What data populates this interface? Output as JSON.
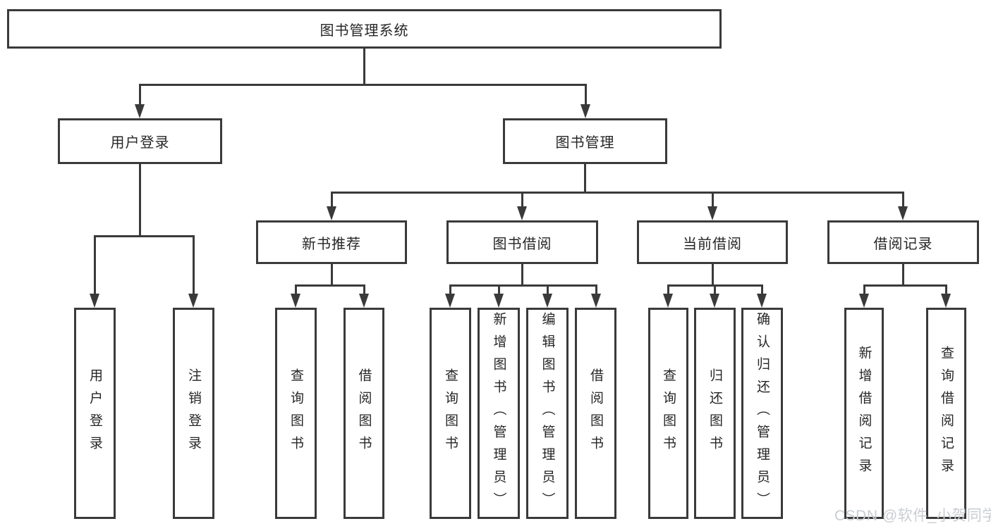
{
  "diagram": {
    "root": {
      "label": "图书管理系统"
    },
    "level2": [
      {
        "label": "用户登录"
      },
      {
        "label": "图书管理"
      }
    ],
    "level3": [
      {
        "label": "新书推荐"
      },
      {
        "label": "图书借阅"
      },
      {
        "label": "当前借阅"
      },
      {
        "label": "借阅记录"
      }
    ],
    "leaves": [
      {
        "label": "用户登录"
      },
      {
        "label": "注销登录"
      },
      {
        "label": "查询图书"
      },
      {
        "label": "借阅图书"
      },
      {
        "label": "查询图书"
      },
      {
        "label": "新增图书（管理员）"
      },
      {
        "label": "编辑图书（管理员）"
      },
      {
        "label": "借阅图书"
      },
      {
        "label": "查询图书"
      },
      {
        "label": "归还图书"
      },
      {
        "label": "确认归还（管理员）"
      },
      {
        "label": "新增借阅记录"
      },
      {
        "label": "查询借阅记录"
      }
    ],
    "hierarchy": {
      "图书管理系统": [
        "用户登录",
        "图书管理"
      ],
      "用户登录": [
        "用户登录",
        "注销登录"
      ],
      "图书管理": [
        "新书推荐",
        "图书借阅",
        "当前借阅",
        "借阅记录"
      ],
      "新书推荐": [
        "查询图书",
        "借阅图书"
      ],
      "图书借阅": [
        "查询图书",
        "新增图书（管理员）",
        "编辑图书（管理员）",
        "借阅图书"
      ],
      "当前借阅": [
        "查询图书",
        "归还图书",
        "确认归还（管理员）"
      ],
      "借阅记录": [
        "新增借阅记录",
        "查询借阅记录"
      ]
    },
    "watermark": "CSDN @软件_小贺同学",
    "colors": {
      "line": "#3a3a3a",
      "box_border": "#3a3a3a",
      "text": "#262626",
      "watermark": "#c9cdd2",
      "background": "#ffffff"
    }
  }
}
